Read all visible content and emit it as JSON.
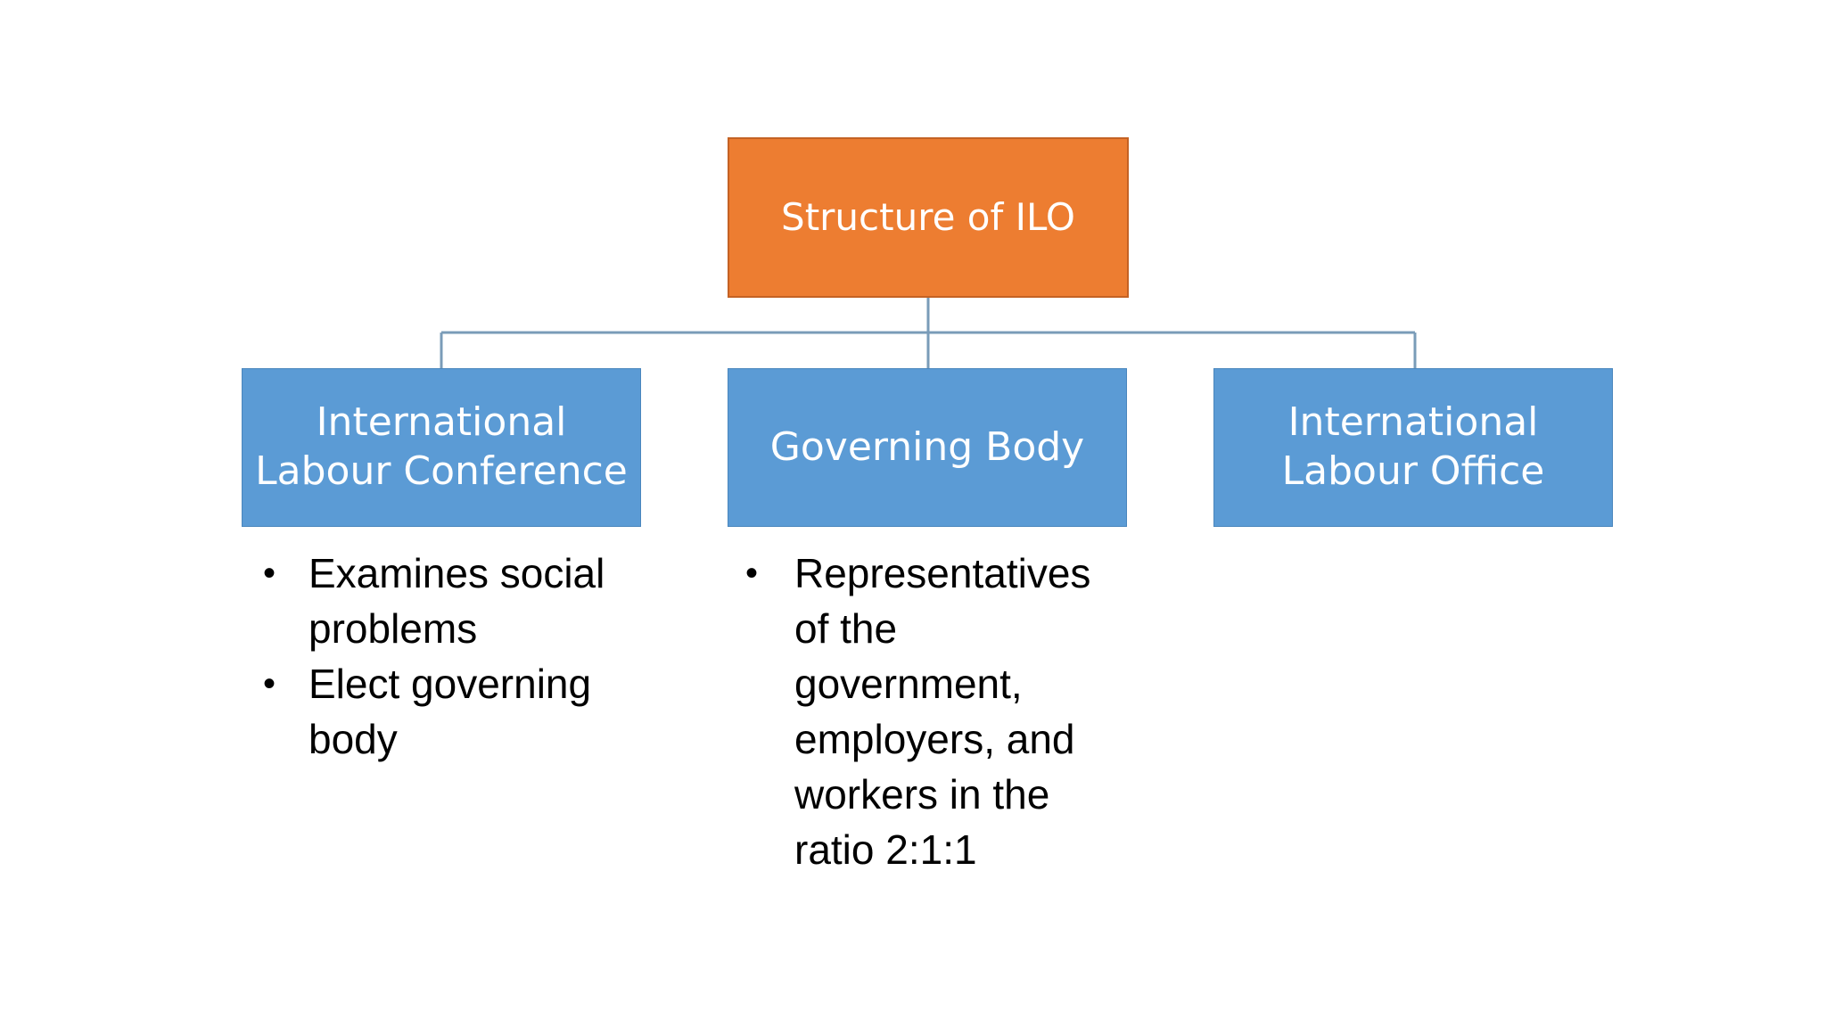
{
  "diagram": {
    "root": {
      "label": "Structure of ILO"
    },
    "children": [
      {
        "label": "International Labour Conference"
      },
      {
        "label": "Governing Body"
      },
      {
        "label": "International Labour Office"
      }
    ],
    "notes": {
      "conference": [
        "Examines social problems",
        "Elect governing body"
      ],
      "governing_body": [
        "Representatives of the government, employers, and workers in the ratio 2:1:1"
      ]
    },
    "bullet_glyph": "•"
  },
  "colors": {
    "root_fill": "#ed7d31",
    "child_fill": "#5b9bd5",
    "connector": "#7a9cb8"
  }
}
